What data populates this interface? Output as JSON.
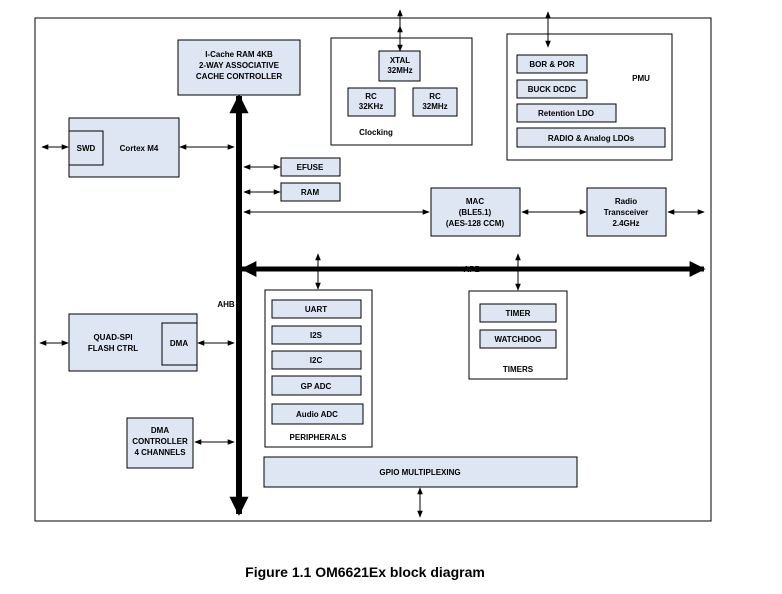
{
  "diagram": {
    "icache_label_1": "I-Cache RAM 4KB",
    "icache_label_2": "2-WAY ASSOCIATIVE",
    "icache_label_3": "CACHE CONTROLLER",
    "clocking_label": "Clocking",
    "xtal_label_1": "XTAL",
    "xtal_label_2": "32MHz",
    "rc32k_label_1": "RC",
    "rc32k_label_2": "32KHz",
    "rc32m_label_1": "RC",
    "rc32m_label_2": "32MHz",
    "pmu_label": "PMU",
    "bor_por_label": "BOR & POR",
    "buck_dcdc_label": "BUCK DCDC",
    "retention_ldo_label": "Retention LDO",
    "radio_ldos_label": "RADIO & Analog LDOs",
    "swd_label": "SWD",
    "cortex_label": "Cortex M4",
    "efuse_label": "EFUSE",
    "ram_label": "RAM",
    "mac_label_1": "MAC",
    "mac_label_2": "(BLE5.1)",
    "mac_label_3": "(AES-128 CCM)",
    "radio_label_1": "Radio",
    "radio_label_2": "Transceiver",
    "radio_label_3": "2.4GHz",
    "apb_label": "APB",
    "ahb_label": "AHB",
    "qspi_label_1": "QUAD-SPI",
    "qspi_label_2": "FLASH CTRL",
    "qspi_dma_label": "DMA",
    "dma_ctrl_label_1": "DMA",
    "dma_ctrl_label_2": "CONTROLLER",
    "dma_ctrl_label_3": "4 CHANNELS",
    "uart_label": "UART",
    "i2s_label": "I2S",
    "i2c_label": "I2C",
    "gpadc_label": "GP ADC",
    "audio_adc_label": "Audio ADC",
    "peripherals_label": "PERIPHERALS",
    "timer_label": "TIMER",
    "watchdog_label": "WATCHDOG",
    "timers_label": "TIMERS",
    "gpio_label": "GPIO MULTIPLEXING"
  },
  "caption": "Figure 1.1 OM6621Ex block diagram",
  "colors": {
    "block_fill": "#dde6f2",
    "line": "#000000",
    "background": "#ffffff"
  }
}
